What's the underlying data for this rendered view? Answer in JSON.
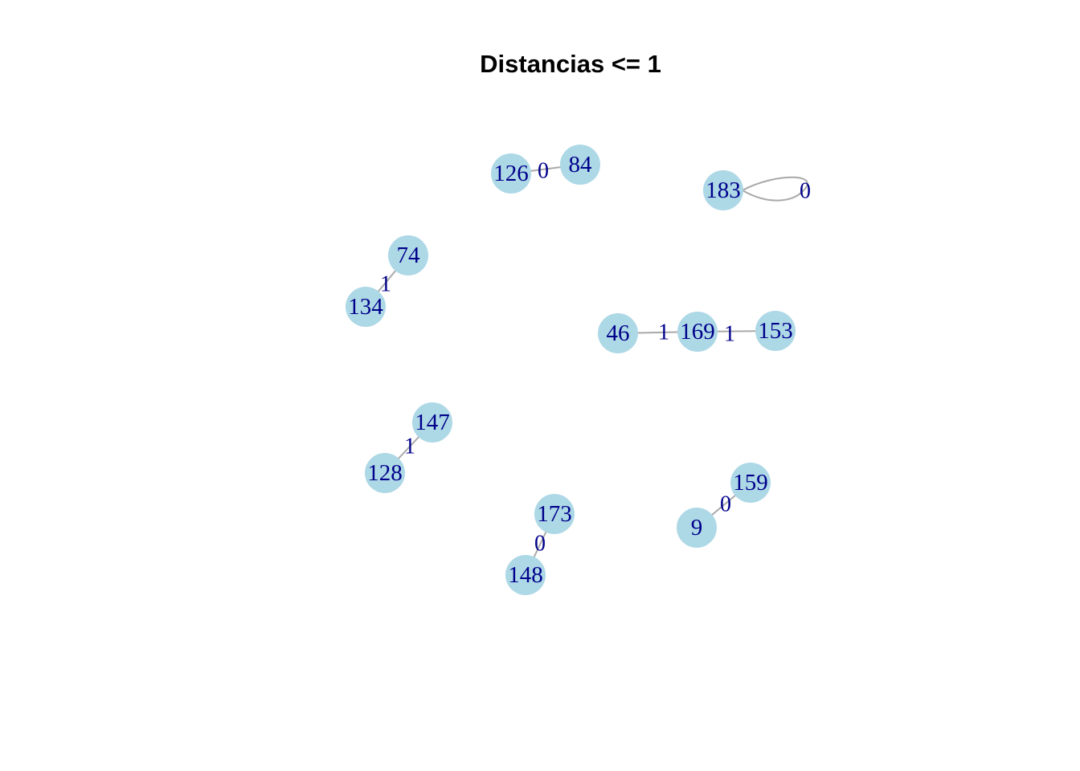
{
  "title": "Distancias <= 1",
  "colors": {
    "node_fill": "#add8e6",
    "label_color": "#00008b",
    "edge_color": "#a9a9a9",
    "background": "#ffffff"
  },
  "nodes": [
    {
      "id": "126",
      "label": "126"
    },
    {
      "id": "84",
      "label": "84"
    },
    {
      "id": "183",
      "label": "183"
    },
    {
      "id": "74",
      "label": "74"
    },
    {
      "id": "134",
      "label": "134"
    },
    {
      "id": "46",
      "label": "46"
    },
    {
      "id": "169",
      "label": "169"
    },
    {
      "id": "153",
      "label": "153"
    },
    {
      "id": "147",
      "label": "147"
    },
    {
      "id": "128",
      "label": "128"
    },
    {
      "id": "159",
      "label": "159"
    },
    {
      "id": "9",
      "label": "9"
    },
    {
      "id": "173",
      "label": "173"
    },
    {
      "id": "148",
      "label": "148"
    }
  ],
  "edges": [
    {
      "source": "126",
      "target": "84",
      "label": "0"
    },
    {
      "source": "183",
      "target": "183",
      "label": "0"
    },
    {
      "source": "74",
      "target": "134",
      "label": "1"
    },
    {
      "source": "46",
      "target": "169",
      "label": "1"
    },
    {
      "source": "169",
      "target": "153",
      "label": "1"
    },
    {
      "source": "147",
      "target": "128",
      "label": "1"
    },
    {
      "source": "159",
      "target": "9",
      "label": "0"
    },
    {
      "source": "173",
      "target": "148",
      "label": "0"
    }
  ]
}
